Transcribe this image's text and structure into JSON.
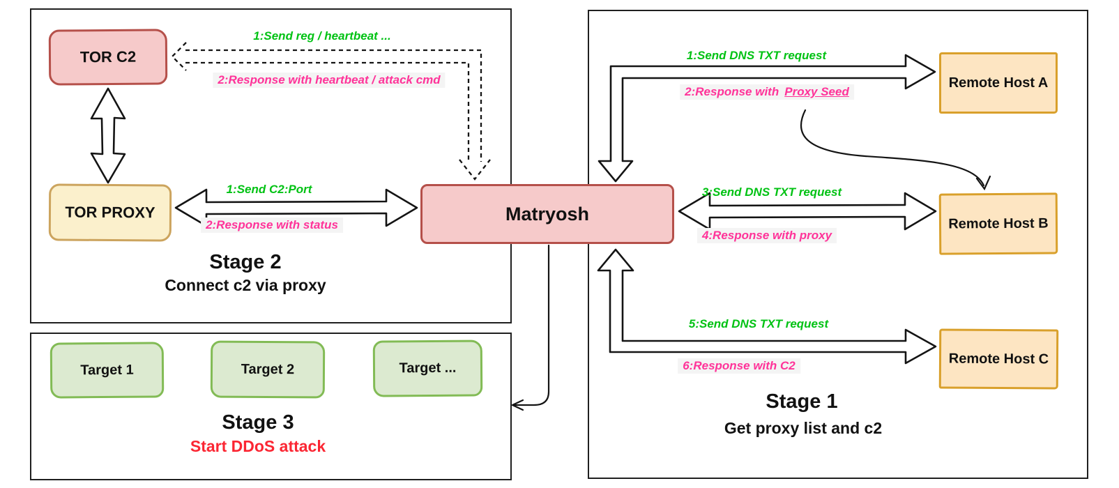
{
  "colors": {
    "green_label": "#00c213",
    "pink_label": "#ff3399",
    "red_label": "#fb2633",
    "node_pink_fill": "#f6caca",
    "node_pink_border": "#b5504a",
    "node_cream_fill": "#fbf0cc",
    "node_cream_border": "#cca45e",
    "node_orange_fill": "#fde5c2",
    "node_orange_border": "#d9a02b",
    "node_green_fill": "#dcead0",
    "node_green_border": "#82bb55"
  },
  "matryosh": {
    "label": "Matryosh"
  },
  "stage2": {
    "title": "Stage 2",
    "subtitle": "Connect c2 via proxy",
    "tor_c2": "TOR C2",
    "tor_proxy": "TOR PROXY",
    "msg_send_reg": "1:Send reg / heartbeat ...",
    "msg_response_heartbeat": "2:Response with heartbeat / attack cmd",
    "msg_send_port": "1:Send C2:Port",
    "msg_response_status": "2:Response with status"
  },
  "stage3": {
    "title": "Stage 3",
    "subtitle": "Start DDoS attack",
    "targets": [
      "Target 1",
      "Target 2",
      "Target ..."
    ]
  },
  "stage1": {
    "title": "Stage 1",
    "subtitle": "Get proxy list and c2",
    "hosts": [
      "Remote Host A",
      "Remote Host B",
      "Remote Host C"
    ],
    "msg_1": "1:Send DNS TXT request",
    "msg_2_prefix": "2:Response with",
    "msg_2_link": "Proxy Seed",
    "msg_3": "3:Send DNS TXT request",
    "msg_4": "4:Response with proxy",
    "msg_5": "5:Send DNS TXT request",
    "msg_6": "6:Response with C2"
  }
}
